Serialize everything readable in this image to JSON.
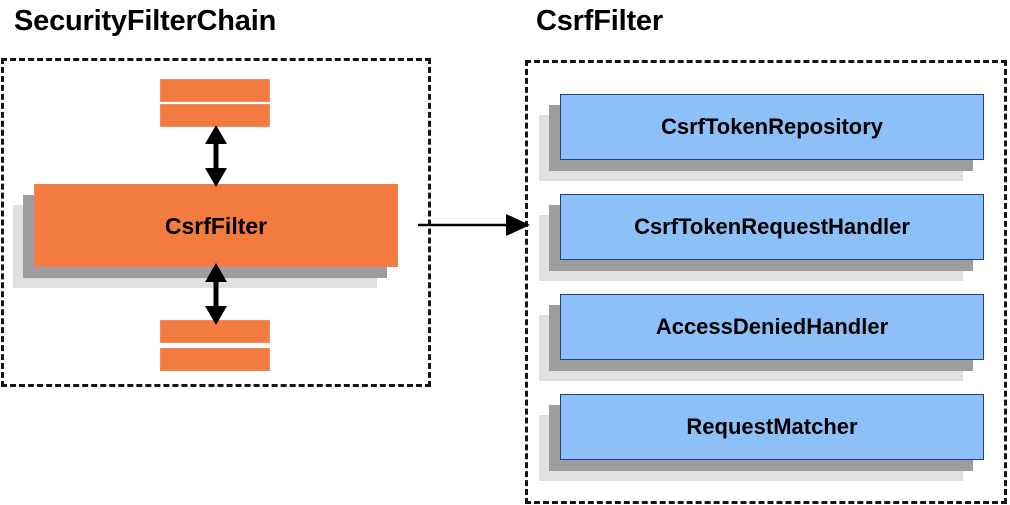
{
  "diagram": {
    "title_left": "SecurityFilterChain",
    "title_right": "CsrfFilter",
    "colors": {
      "component_blue": "#8cc0f7",
      "component_blue_border": "#1f3f96",
      "component_orange": "#f47b40",
      "component_orange_border": "#e8835b",
      "shadow_mid": "#9d9d9d",
      "shadow_back": "#e0e0e0",
      "group_border": "#151515",
      "background": "#ffffff",
      "text": "#000000"
    }
  },
  "left_panel": {
    "title": "SecurityFilterChain",
    "main_component": {
      "label": "CsrfFilter"
    },
    "filters_above": [
      {
        "label": ""
      },
      {
        "label": ""
      }
    ],
    "filters_below": [
      {
        "label": ""
      },
      {
        "label": ""
      }
    ],
    "connectors": [
      {
        "name": "bidirectional-arrow-above-csrffilter"
      },
      {
        "name": "bidirectional-arrow-below-csrffilter"
      }
    ]
  },
  "right_panel": {
    "title": "CsrfFilter",
    "components": [
      {
        "label": "CsrfTokenRepository"
      },
      {
        "label": "CsrfTokenRequestHandler"
      },
      {
        "label": "AccessDeniedHandler"
      },
      {
        "label": "RequestMatcher"
      }
    ]
  },
  "cross_panel_connector": {
    "name": "csrffilter-expands-to-collaborators",
    "direction": "left-to-right",
    "label": ""
  }
}
